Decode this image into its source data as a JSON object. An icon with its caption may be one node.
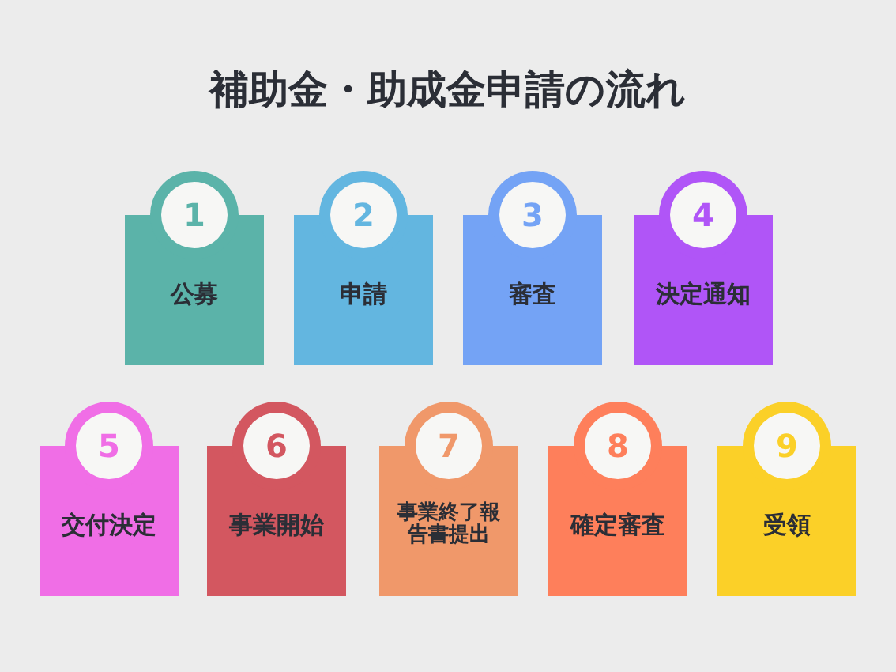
{
  "diagram": {
    "title": "補助金・助成金申請の流れ",
    "nodes": [
      {
        "text": [
          "1",
          "公募"
        ]
      },
      {
        "text": [
          "2",
          "申請"
        ]
      },
      {
        "text": [
          "3",
          "審査"
        ]
      },
      {
        "text": [
          "4",
          "決定通知"
        ]
      },
      {
        "text": [
          "5",
          "交付決定"
        ]
      },
      {
        "text": [
          "6",
          "事業開始"
        ]
      },
      {
        "text": [
          "7",
          "事業終了報告書提出"
        ]
      },
      {
        "text": [
          "8",
          "確定審査"
        ]
      },
      {
        "text": [
          "9",
          "受領"
        ]
      }
    ]
  }
}
